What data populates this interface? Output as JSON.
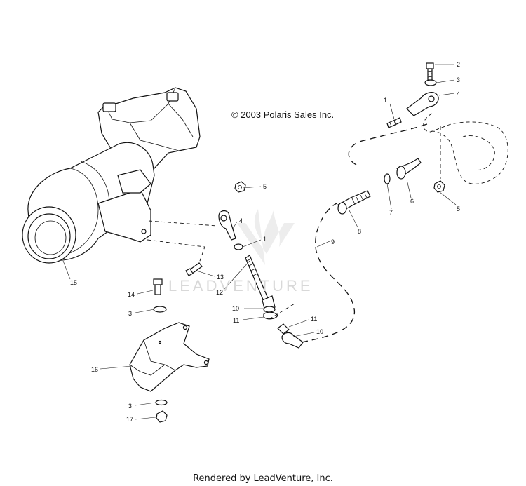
{
  "copyright": "© 2003 Polaris Sales Inc.",
  "watermark": "LEADVENTURE",
  "footer": "Rendered by LeadVenture, Inc.",
  "callouts": {
    "c1a": "1",
    "c2": "2",
    "c3a": "3",
    "c4a": "4",
    "c4b": "4",
    "c5a": "5",
    "c5b": "5",
    "c6": "6",
    "c7": "7",
    "c8": "8",
    "c9": "9",
    "c1b": "1",
    "c10a": "10",
    "c11a": "11",
    "c11b": "11",
    "c10b": "10",
    "c12": "12",
    "c13": "13",
    "c14": "14",
    "c3b": "3",
    "c15": "15",
    "c16": "16",
    "c3c": "3",
    "c17": "17"
  }
}
